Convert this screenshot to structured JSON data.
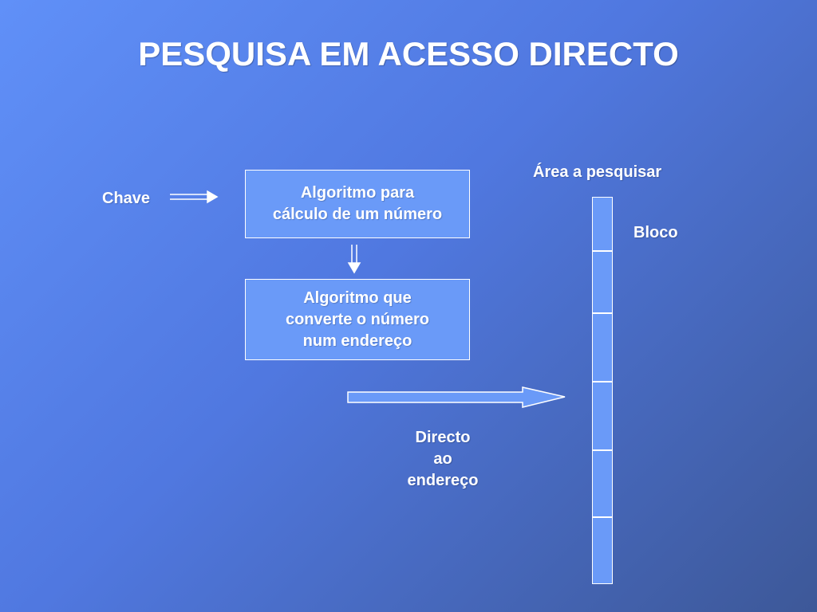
{
  "title": "PESQUISA EM ACESSO DIRECTO",
  "labels": {
    "chave": "Chave",
    "area": "Área a pesquisar",
    "bloco": "Bloco",
    "directo": "Directo\nao\nendereço"
  },
  "boxes": {
    "algoritmo_calculo": "Algoritmo para\ncálculo de um número",
    "algoritmo_converte": "Algoritmo que\nconverte o número\nnum endereço"
  },
  "area_blocks": 6,
  "colors": {
    "background_start": "#6090f8",
    "background_end": "#3d5898",
    "box_fill": "#6a9af8",
    "line": "#ffffff"
  }
}
